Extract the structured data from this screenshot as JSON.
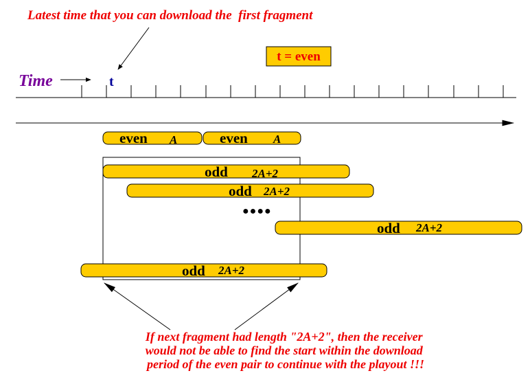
{
  "top_annotation": "Latest time that you can download the  first fragment",
  "legend": {
    "text": "t = even",
    "fill": "#ffcc00"
  },
  "time_label": "Time",
  "t_label": "t",
  "colors": {
    "fragment": "#ffcc00",
    "annotation": "#ee0000",
    "time": "#770099",
    "t": "#000099"
  },
  "fragments": [
    {
      "word": "even",
      "length": "A"
    },
    {
      "word": "even",
      "length": "A"
    },
    {
      "word": "odd",
      "length": "2A+2"
    },
    {
      "word": "odd",
      "length": "2A+2"
    },
    {
      "word": "odd",
      "length": "2A+2"
    },
    {
      "word": "odd",
      "length": "2A+2"
    }
  ],
  "ellipsis": "●●●●",
  "bottom_annotation": [
    "If next fragment had length \"2A+2\", then the receiver",
    "would not be able to find the start within the download",
    "period of the even pair to continue with the playout !!!"
  ]
}
